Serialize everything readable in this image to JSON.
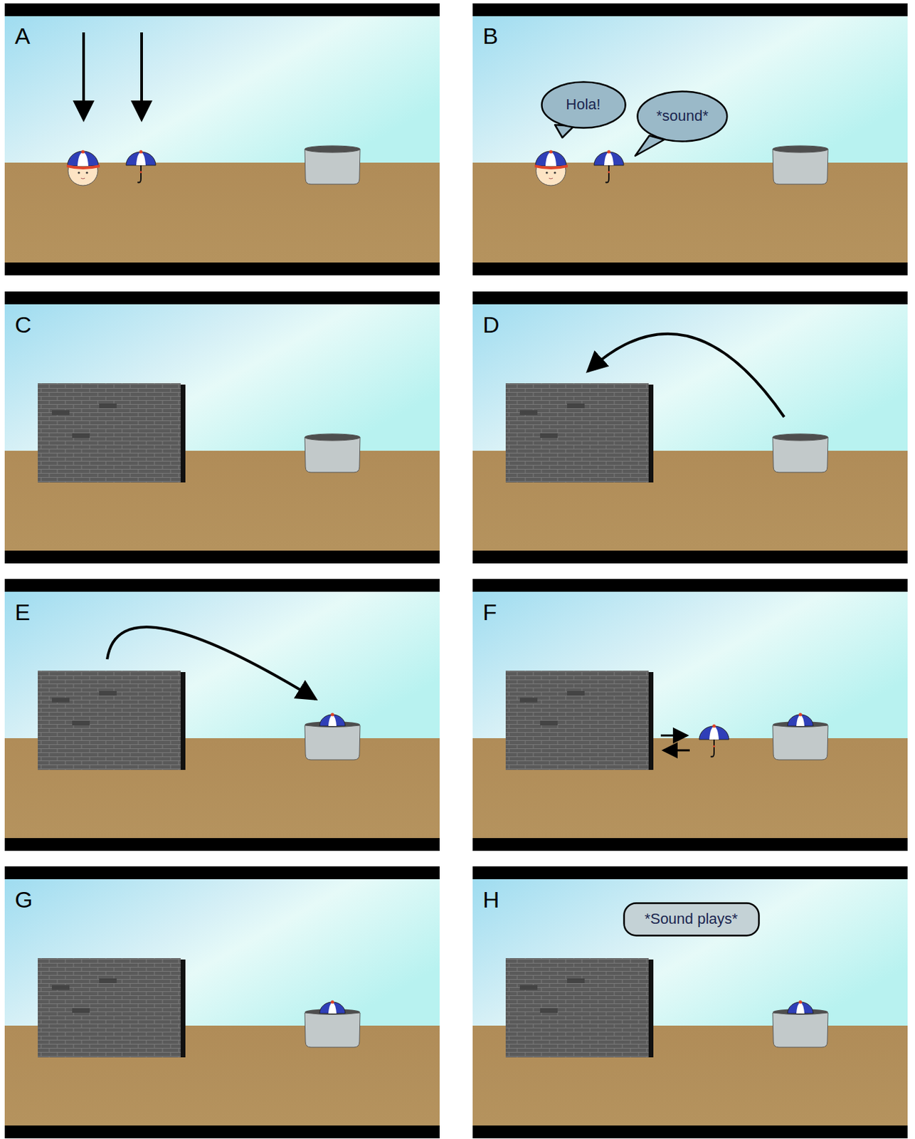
{
  "diagram": {
    "nodes": [
      {
        "text": [
          "Hola!"
        ]
      },
      {
        "text": [
          "*sound*"
        ]
      },
      {
        "text": [
          "*Sound plays*"
        ]
      }
    ],
    "labels": [
      "A",
      "B",
      "C",
      "D",
      "E",
      "F",
      "G",
      "H"
    ]
  }
}
